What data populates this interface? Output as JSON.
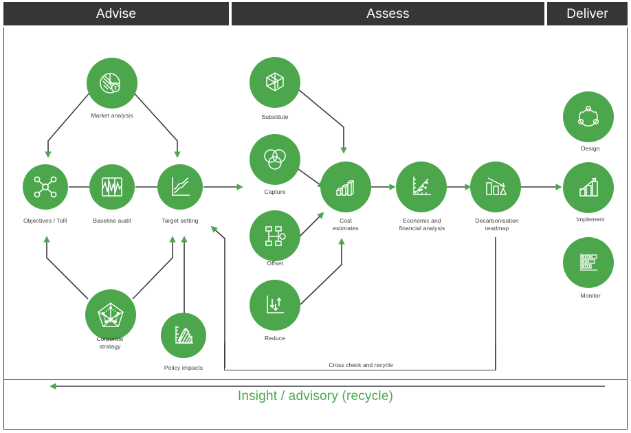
{
  "colors": {
    "brand_green": "#4ca74c",
    "header_dark": "#363636",
    "line_dark": "#3b3b3b",
    "label_text": "#3d3d3d",
    "icon_white": "#ffffff"
  },
  "header": {
    "bands": [
      {
        "label": "Advise"
      },
      {
        "label": "Assess"
      },
      {
        "label": "Deliver"
      }
    ]
  },
  "footer": {
    "recycle_caption": "Insight / advisory (recycle)",
    "crosscheck_caption": "Cross check and recycle"
  },
  "nodes": {
    "market_analysis": {
      "label": "Market analysis",
      "icon": "pie-chart-icon"
    },
    "objectives": {
      "label": "Objectives / ToR",
      "icon": "network-nodes-icon"
    },
    "baseline_audit": {
      "label": "Baseline audit",
      "icon": "waveform-chart-icon"
    },
    "target_setting": {
      "label": "Target setting",
      "icon": "line-growth-icon"
    },
    "corporate": {
      "label": "Corporote\nstratagy",
      "icon": "radar-pentagon-icon"
    },
    "policy_impacts": {
      "label": "Policy impacts",
      "icon": "area-chart-icon"
    },
    "substitute": {
      "label": "Substitute",
      "icon": "cube-slice-icon"
    },
    "capture": {
      "label": "Capture",
      "icon": "venn-circles-icon"
    },
    "offset": {
      "label": "Offset",
      "icon": "org-tree-icon"
    },
    "reduce": {
      "label": "Reduce",
      "icon": "arrows-down-axis-icon"
    },
    "cost_estimates": {
      "label": "Cost\nestimates",
      "icon": "bar-3d-icon"
    },
    "economic": {
      "label": "Economic and\nfinancial analysis",
      "icon": "scatter-trend-icon"
    },
    "decarbonisation": {
      "label": "Decarbonisation\nreadmap",
      "icon": "bar-decline-icon"
    },
    "design": {
      "label": "Design",
      "icon": "triangle-nodes-icon"
    },
    "implement": {
      "label": "Implement",
      "icon": "bar-arrow-up-icon"
    },
    "monitor": {
      "label": "Monitor",
      "icon": "gantt-chart-icon"
    }
  }
}
